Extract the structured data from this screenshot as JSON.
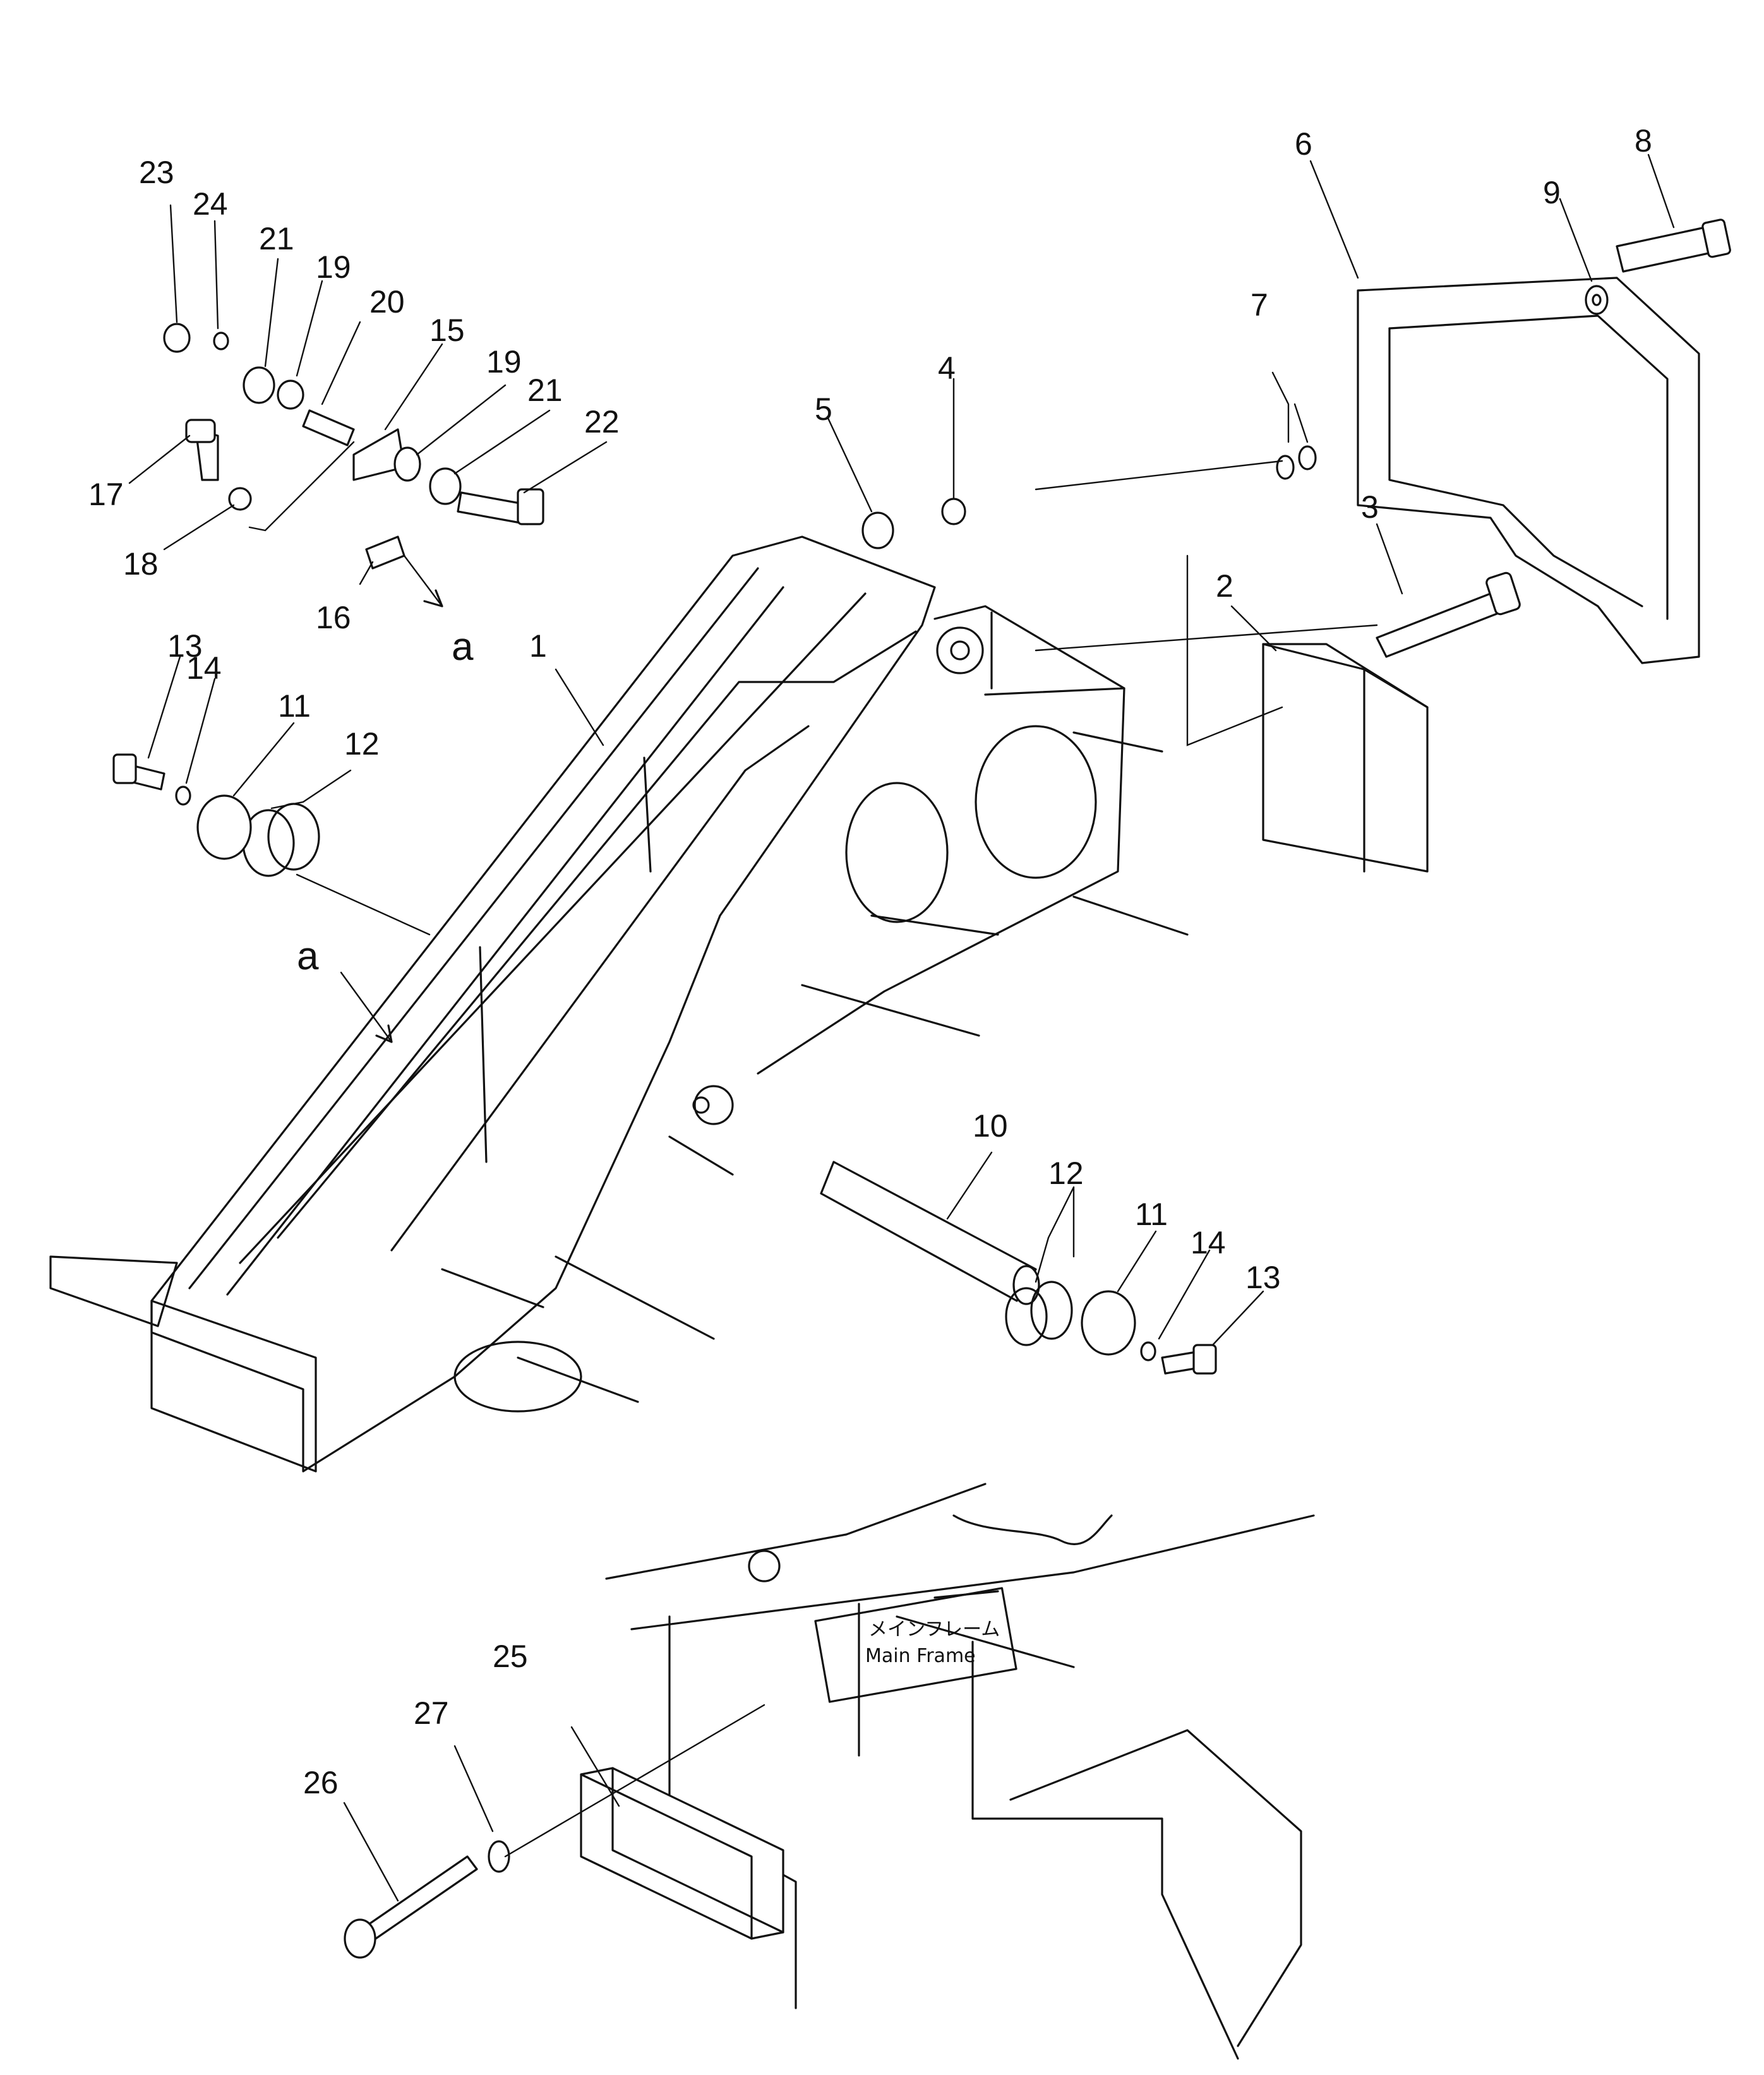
{
  "callouts": {
    "c1": "1",
    "c2": "2",
    "c3": "3",
    "c4": "4",
    "c5": "5",
    "c6": "6",
    "c7": "7",
    "c8": "8",
    "c9": "9",
    "c10": "10",
    "c11": "11",
    "c12": "12",
    "c13": "13",
    "c14": "14",
    "c15": "15",
    "c16": "16",
    "c17": "17",
    "c18": "18",
    "c19": "19",
    "c20": "20",
    "c21": "21",
    "c22": "22",
    "c23": "23",
    "c24": "24",
    "c25": "25",
    "c26": "26",
    "c27": "27",
    "view_a": "a"
  },
  "main_frame_label": {
    "japanese": "メインフレーム",
    "english": "Main  Frame"
  }
}
